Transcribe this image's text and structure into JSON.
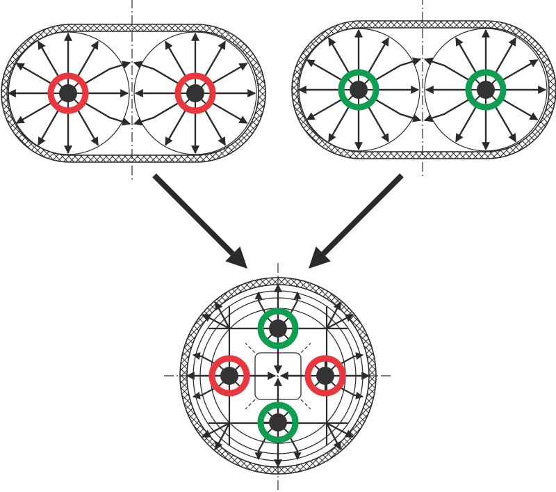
{
  "colors": {
    "line": "#2b2b2b",
    "hub": "#333333",
    "red_ring": "#e8383d",
    "green_ring": "#0f9d4f",
    "background": "#ffffff"
  },
  "diagram": {
    "top_left": {
      "ring_color": "red_ring"
    },
    "top_right": {
      "ring_color": "green_ring"
    },
    "bottom": {
      "rings": [
        "green_ring",
        "red_ring",
        "red_ring",
        "green_ring"
      ]
    }
  }
}
